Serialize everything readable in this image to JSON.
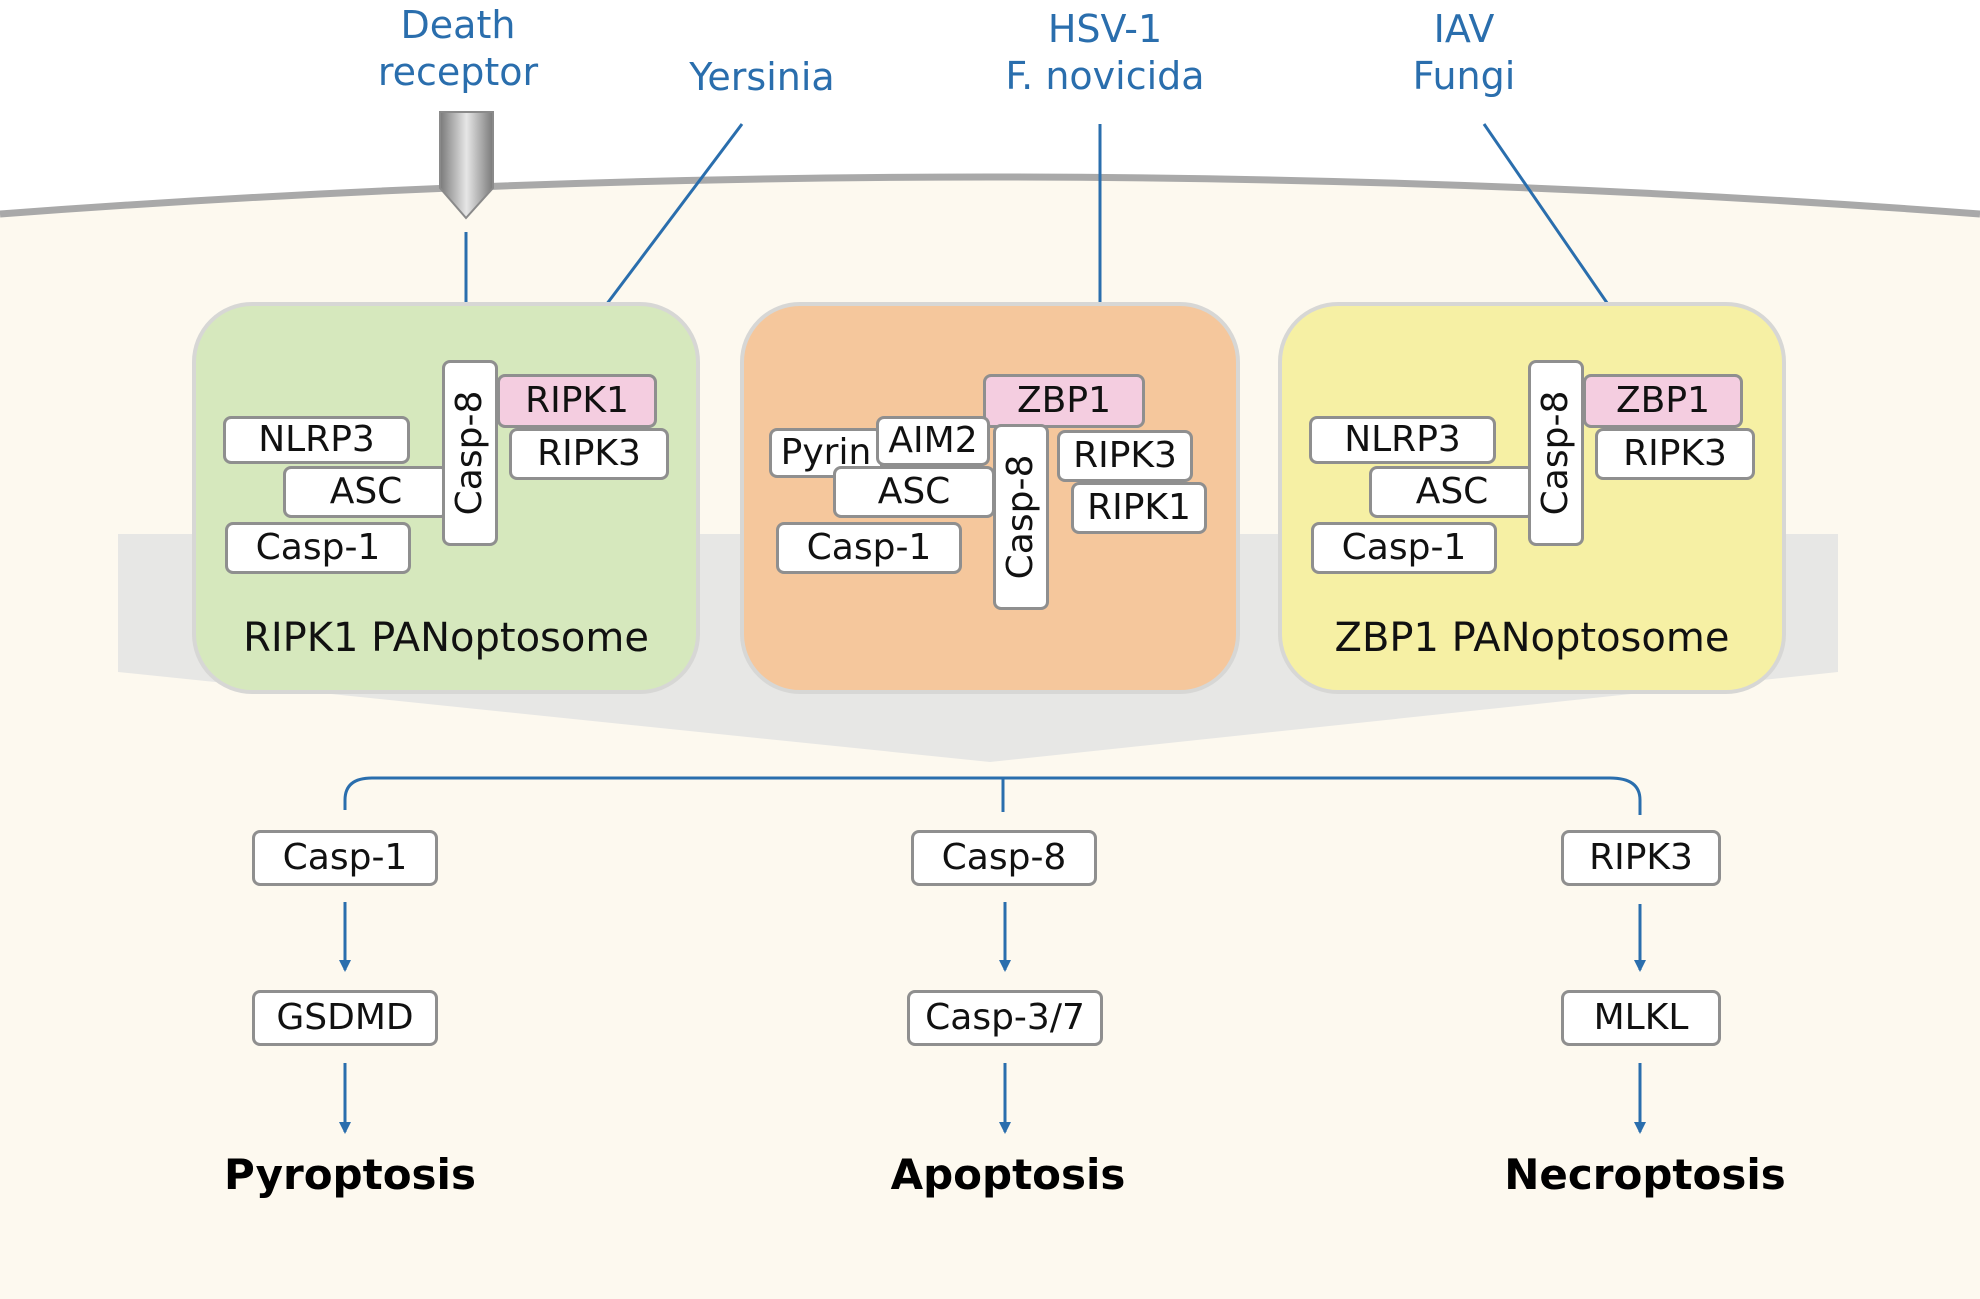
{
  "stimuli": {
    "death_receptor": [
      "Death",
      "receptor"
    ],
    "yersinia": [
      "Yersinia"
    ],
    "hsv_fnovicida": [
      "HSV-1",
      "F. novicida"
    ],
    "iav_fungi": [
      "IAV",
      "Fungi"
    ]
  },
  "complexes": {
    "ripk1": {
      "name": "RIPK1 PANoptosome",
      "fill": "#d6e8bd",
      "proteins": {
        "nlrp3": "NLRP3",
        "asc": "ASC",
        "casp1": "Casp-1",
        "casp8": "Casp-8",
        "ripk1": "RIPK1",
        "ripk3": "RIPK3"
      }
    },
    "middle": {
      "fill": "#f5c79c",
      "proteins": {
        "zbp1": "ZBP1",
        "pyrin": "Pyrin",
        "aim2": "AIM2",
        "asc": "ASC",
        "casp1": "Casp-1",
        "casp8": "Casp-8",
        "ripk3": "RIPK3",
        "ripk1": "RIPK1"
      }
    },
    "zbp1": {
      "name": "ZBP1 PANoptosome",
      "fill": "#f6f0a4",
      "proteins": {
        "nlrp3": "NLRP3",
        "asc": "ASC",
        "casp1": "Casp-1",
        "casp8": "Casp-8",
        "zbp1": "ZBP1",
        "ripk3": "RIPK3"
      }
    }
  },
  "pathways": {
    "pyroptosis": {
      "executor1": "Casp-1",
      "executor2": "GSDMD",
      "outcome": "Pyroptosis"
    },
    "apoptosis": {
      "executor1": "Casp-8",
      "executor2": "Casp-3/7",
      "outcome": "Apoptosis"
    },
    "necroptosis": {
      "executor1": "RIPK3",
      "executor2": "MLKL",
      "outcome": "Necroptosis"
    }
  },
  "colors": {
    "arrow": "#2a6ead",
    "stimulus_text": "#2a6ead",
    "cytoplasm": "#fdf9ef",
    "membrane": "#a9a9a9",
    "funnel": "#e7e7e5",
    "protein_highlight": "#f4cde0"
  }
}
